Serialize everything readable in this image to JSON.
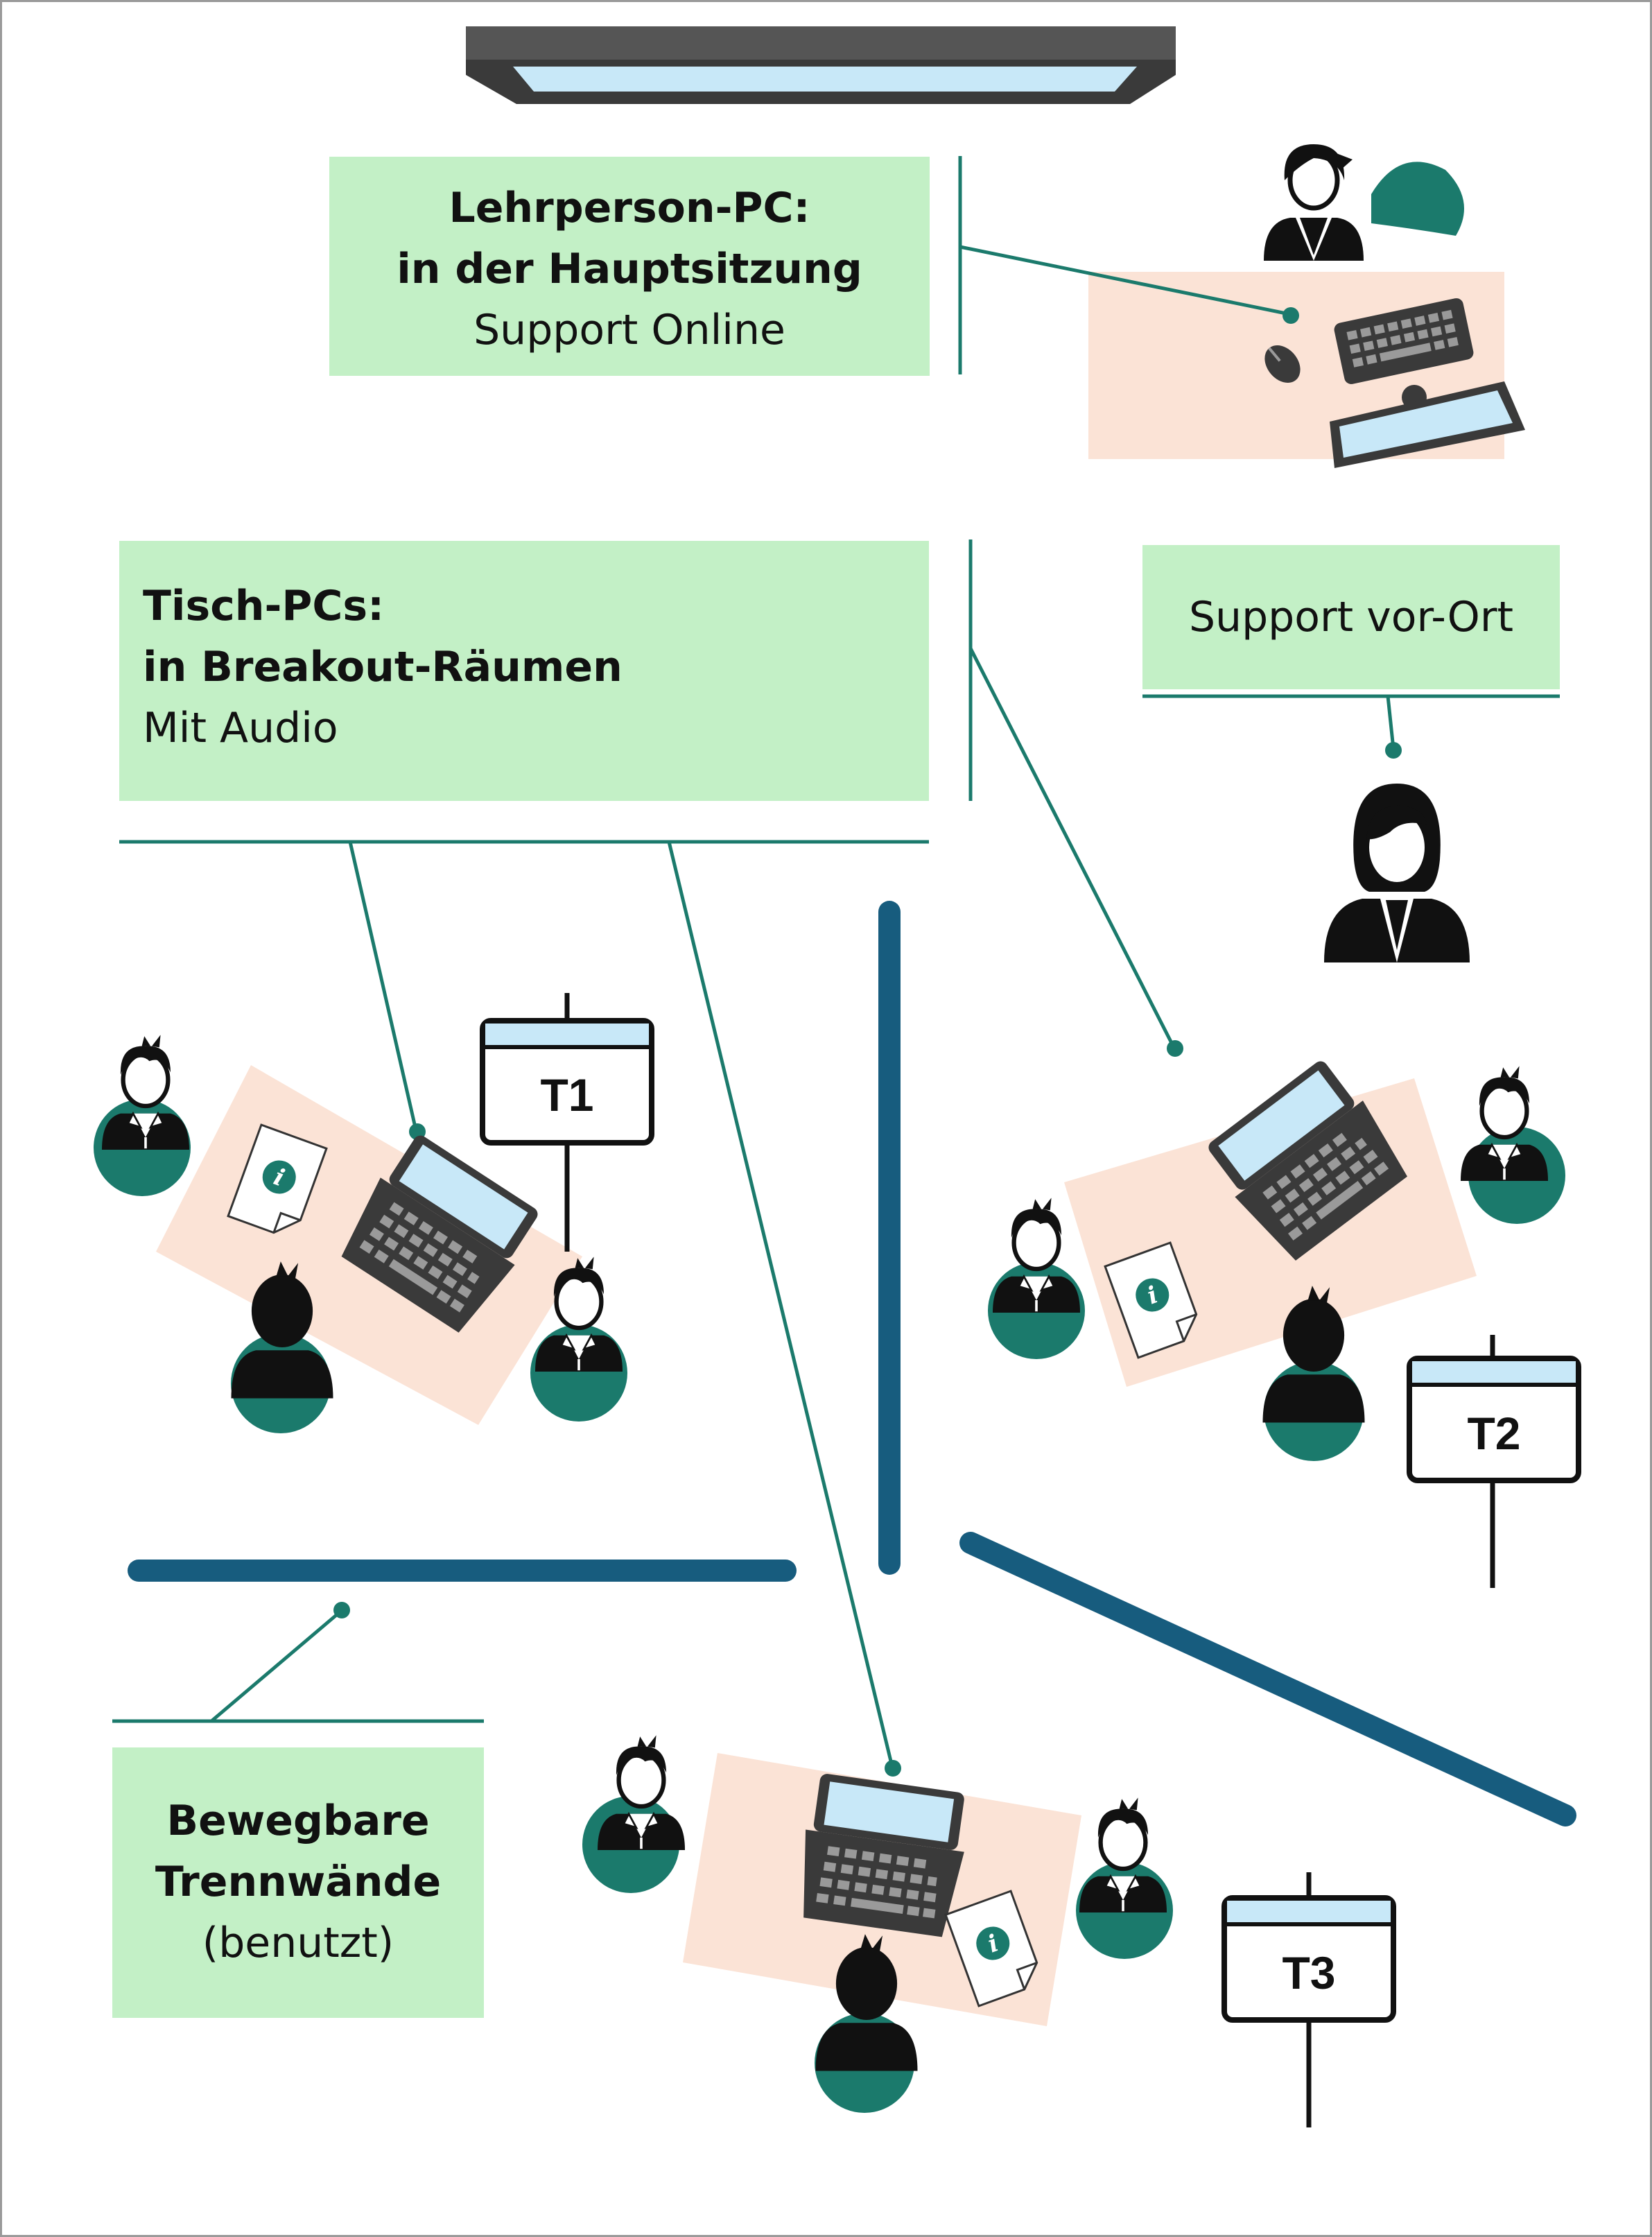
{
  "labels": {
    "teacher": {
      "line1": "Lehrperson-PC:",
      "line2": "in der Hauptsitzung",
      "line3": "Support Online"
    },
    "tables": {
      "line1": "Tisch-PCs:",
      "line2": "in Breakout-Räumen",
      "line3": "Mit Audio"
    },
    "onsite": {
      "line1": "Support vor-Ort"
    },
    "walls": {
      "line1": "Bewegbare",
      "line2": "Trennwände",
      "line3": "(benutzt)"
    }
  },
  "signs": {
    "t1": "T1",
    "t2": "T2",
    "t3": "T3"
  },
  "icons": [
    "speaker-icon",
    "microphone-icon",
    "info-document-icon",
    "laptop-icon",
    "keyboard-icon",
    "mouse-icon",
    "monitor-icon",
    "person-icon",
    "projector-screen-icon"
  ],
  "colors": {
    "label_bg": "#c3f0c6",
    "table_bg": "#fbe3d6",
    "teal": "#1b7a6c",
    "wall": "#175c7e",
    "screen": "#c8e8f8",
    "dark": "#3a3a3a"
  }
}
